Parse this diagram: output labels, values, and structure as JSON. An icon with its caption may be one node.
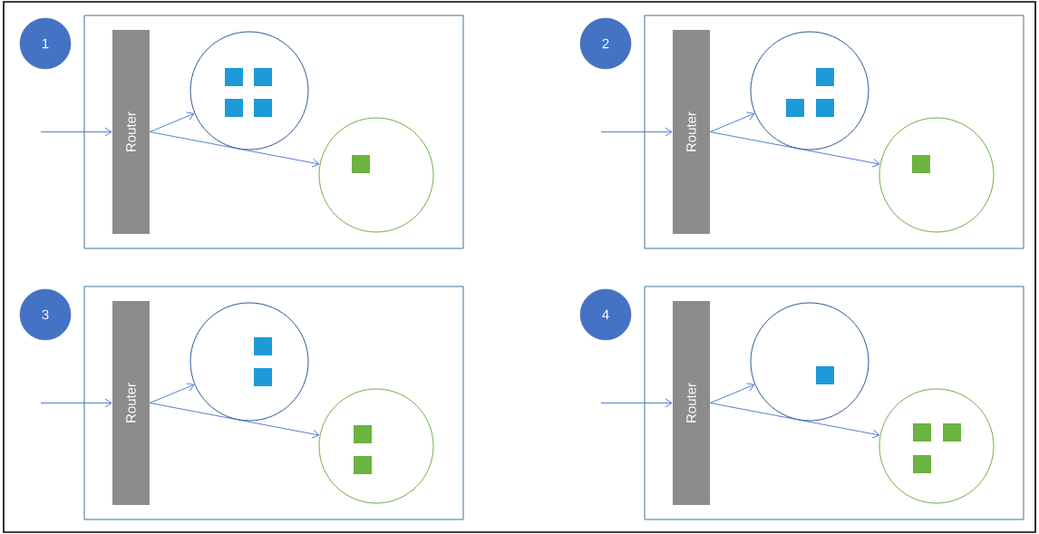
{
  "diagram": {
    "nodes": [
      {
        "text": [],
        "shape": "box"
      },
      {
        "text": [
          "1"
        ]
      },
      {
        "text": [
          "Router"
        ],
        "in": 0
      },
      {
        "text": [],
        "shape": "circle",
        "in": 0
      },
      {
        "text": [],
        "shape": "box",
        "in": 3
      },
      {
        "text": [],
        "shape": "box",
        "in": 3
      },
      {
        "text": [],
        "shape": "box",
        "in": 3
      },
      {
        "text": [],
        "shape": "box",
        "in": 3
      },
      {
        "text": [],
        "shape": "circle",
        "in": 0
      },
      {
        "text": [],
        "shape": "box",
        "in": 8
      },
      {
        "text": [],
        "shape": "box"
      },
      {
        "text": [
          "2"
        ]
      },
      {
        "text": [
          "Router"
        ],
        "in": 10
      },
      {
        "text": [],
        "shape": "circle",
        "in": 10
      },
      {
        "text": [],
        "shape": "box",
        "in": 13
      },
      {
        "text": [],
        "shape": "box",
        "in": 13
      },
      {
        "text": [],
        "shape": "box",
        "in": 13
      },
      {
        "text": [],
        "shape": "circle",
        "in": 10
      },
      {
        "text": [],
        "shape": "box",
        "in": 17
      },
      {
        "text": [],
        "shape": "box"
      },
      {
        "text": [
          "3"
        ]
      },
      {
        "text": [
          "Router"
        ],
        "in": 19
      },
      {
        "text": [],
        "shape": "circle",
        "in": 19
      },
      {
        "text": [],
        "shape": "box",
        "in": 22
      },
      {
        "text": [],
        "shape": "box",
        "in": 22
      },
      {
        "text": [],
        "shape": "circle",
        "in": 19
      },
      {
        "text": [],
        "shape": "box",
        "in": 25
      },
      {
        "text": [],
        "shape": "box",
        "in": 25
      },
      {
        "text": [],
        "shape": "box"
      },
      {
        "text": [
          "4"
        ]
      },
      {
        "text": [
          "Router"
        ],
        "in": 28
      },
      {
        "text": [],
        "shape": "circle",
        "in": 28
      },
      {
        "text": [],
        "shape": "box",
        "in": 31
      },
      {
        "text": [],
        "shape": "circle",
        "in": 28
      },
      {
        "text": [],
        "shape": "box",
        "in": 33
      },
      {
        "text": [],
        "shape": "box",
        "in": 33
      },
      {
        "text": [],
        "shape": "box",
        "in": 33
      }
    ],
    "edges": [
      {
        "from": null,
        "to": 2,
        "arrow": "to"
      },
      {
        "from": 2,
        "to": 3,
        "arrow": "to"
      },
      {
        "from": 2,
        "to": 8,
        "arrow": "to"
      },
      {
        "from": null,
        "to": 12,
        "arrow": "to"
      },
      {
        "from": 12,
        "to": 13,
        "arrow": "to"
      },
      {
        "from": 12,
        "to": 17,
        "arrow": "to"
      },
      {
        "from": null,
        "to": 21,
        "arrow": "to"
      },
      {
        "from": 21,
        "to": 22,
        "arrow": "to"
      },
      {
        "from": 21,
        "to": 25,
        "arrow": "to"
      },
      {
        "from": null,
        "to": 30,
        "arrow": "to"
      },
      {
        "from": 30,
        "to": 31,
        "arrow": "to"
      },
      {
        "from": 30,
        "to": 33,
        "arrow": "to"
      }
    ]
  }
}
